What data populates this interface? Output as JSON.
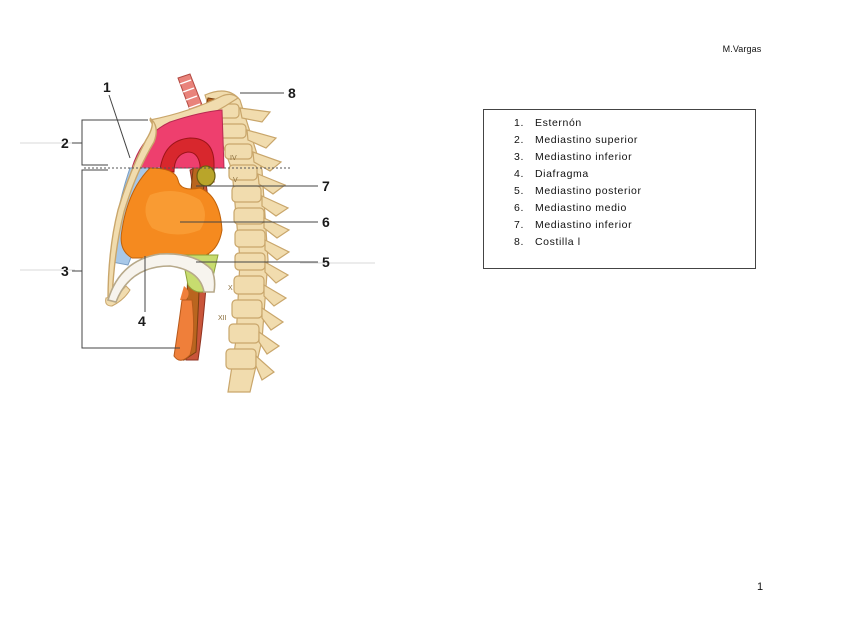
{
  "header": {
    "author": "M.Vargas"
  },
  "footer": {
    "page_number": "1"
  },
  "legend": {
    "items": [
      {
        "num": "1.",
        "label": "Esternón"
      },
      {
        "num": "2.",
        "label": "Mediastino superior"
      },
      {
        "num": "3.",
        "label": "Mediastino inferior"
      },
      {
        "num": "4.",
        "label": "Diafragma"
      },
      {
        "num": "5.",
        "label": "Mediastino posterior"
      },
      {
        "num": "6.",
        "label": "Mediastino medio"
      },
      {
        "num": "7.",
        "label": "Mediastino inferior"
      },
      {
        "num": "8.",
        "label": "Costilla l"
      }
    ]
  },
  "figure": {
    "callouts": [
      "1",
      "2",
      "3",
      "4",
      "5",
      "6",
      "7",
      "8"
    ],
    "vertebra_marks": [
      "IV",
      "V",
      "X",
      "XII"
    ],
    "colors": {
      "bone": "#f1dcae",
      "bone_outline": "#c9a66b",
      "superior_mediastinum": "#ee3f6e",
      "aorta": "#d8272d",
      "middle_mediastinum": "#f58a1f",
      "posterior_mediastinum": "#c7dc6f",
      "anterior_mediastinum": "#a8c8e8",
      "esophagus": "#b9651f",
      "trachea": "#e9837b"
    }
  }
}
